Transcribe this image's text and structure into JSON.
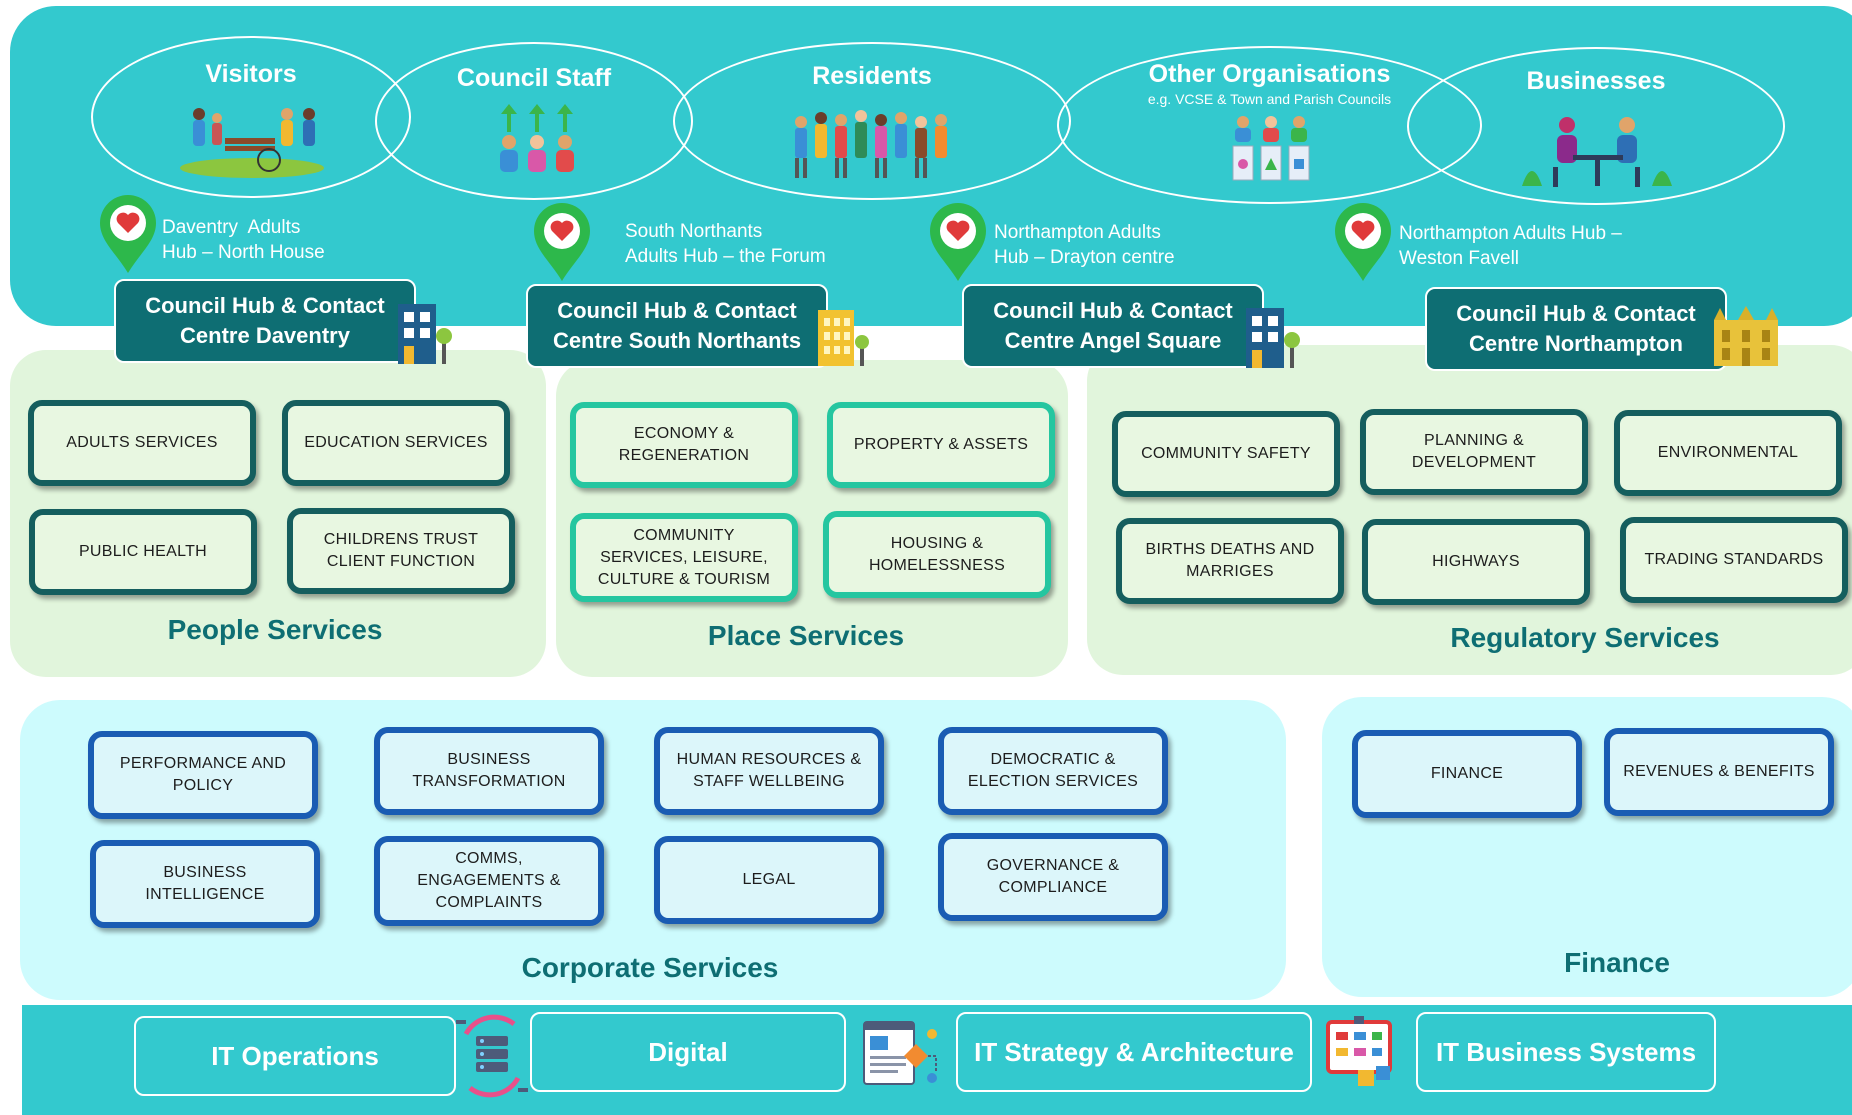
{
  "audiences": [
    {
      "name": "Visitors",
      "note": "",
      "icon": "visitors-icon"
    },
    {
      "name": "Council Staff",
      "note": "",
      "icon": "council-staff-icon"
    },
    {
      "name": "Residents",
      "note": "",
      "icon": "residents-icon"
    },
    {
      "name": "Other Organisations",
      "note": "e.g. VCSE & Town and Parish Councils",
      "icon": "organisations-icon"
    },
    {
      "name": "Businesses",
      "note": "",
      "icon": "businesses-icon"
    }
  ],
  "adult_hubs": [
    {
      "line1": "Daventry  Adults",
      "line2": "Hub – North House"
    },
    {
      "line1": "South Northants",
      "line2": "Adults Hub – the Forum"
    },
    {
      "line1": "Northampton Adults",
      "line2": "Hub – Drayton centre"
    },
    {
      "line1": "Northampton Adults Hub –",
      "line2": "Weston Favell"
    }
  ],
  "council_hubs": [
    {
      "line1": "Council Hub & Contact",
      "line2": "Centre Daventry"
    },
    {
      "line1": "Council Hub & Contact",
      "line2": "Centre South Northants"
    },
    {
      "line1": "Council Hub & Contact",
      "line2": "Centre Angel Square"
    },
    {
      "line1": "Council Hub & Contact",
      "line2": "Centre Northampton"
    }
  ],
  "people_services": {
    "title": "People Services",
    "items": [
      {
        "line1": "ADULTS SERVICES",
        "line2": ""
      },
      {
        "line1": "EDUCATION SERVICES",
        "line2": ""
      },
      {
        "line1": "PUBLIC HEALTH",
        "line2": ""
      },
      {
        "line1": "CHILDRENS TRUST",
        "line2": "CLIENT FUNCTION"
      }
    ]
  },
  "place_services": {
    "title": "Place Services",
    "items": [
      {
        "line1": "ECONOMY &",
        "line2": "REGENERATION",
        "line3": ""
      },
      {
        "line1": "PROPERTY & ASSETS",
        "line2": "",
        "line3": ""
      },
      {
        "line1": "COMMUNITY",
        "line2": "SERVICES, LEISURE,",
        "line3": "CULTURE & TOURISM"
      },
      {
        "line1": "HOUSING &",
        "line2": "HOMELESSNESS",
        "line3": ""
      }
    ]
  },
  "regulatory_services": {
    "title": "Regulatory Services",
    "items": [
      {
        "line1": "COMMUNITY SAFETY",
        "line2": ""
      },
      {
        "line1": "PLANNING &",
        "line2": "DEVELOPMENT"
      },
      {
        "line1": "ENVIRONMENTAL",
        "line2": ""
      },
      {
        "line1": "BIRTHS DEATHS AND",
        "line2": "MARRIGES"
      },
      {
        "line1": "HIGHWAYS",
        "line2": ""
      },
      {
        "line1": "TRADING STANDARDS",
        "line2": ""
      }
    ]
  },
  "corporate_services": {
    "title": "Corporate Services",
    "items": [
      {
        "line1": "PERFORMANCE AND",
        "line2": "POLICY",
        "line3": ""
      },
      {
        "line1": "BUSINESS",
        "line2": "TRANSFORMATION",
        "line3": ""
      },
      {
        "line1": "HUMAN RESOURCES &",
        "line2": "STAFF WELLBEING",
        "line3": ""
      },
      {
        "line1": "DEMOCRATIC &",
        "line2": "ELECTION SERVICES",
        "line3": ""
      },
      {
        "line1": "BUSINESS",
        "line2": "INTELLIGENCE",
        "line3": ""
      },
      {
        "line1": "COMMS,",
        "line2": "ENGAGEMENTS &",
        "line3": "COMPLAINTS"
      },
      {
        "line1": "LEGAL",
        "line2": "",
        "line3": ""
      },
      {
        "line1": "GOVERNANCE &",
        "line2": "COMPLIANCE",
        "line3": ""
      }
    ]
  },
  "finance": {
    "title": "Finance",
    "items": [
      {
        "line1": "FINANCE"
      },
      {
        "line1": "REVENUES & BENEFITS"
      }
    ]
  },
  "it_services": [
    {
      "label": "IT Operations",
      "icon": "server-icon"
    },
    {
      "label": "Digital",
      "icon": "digital-dashboard-icon"
    },
    {
      "label": "IT Strategy & Architecture",
      "icon": "strategy-board-icon"
    },
    {
      "label": "IT Business Systems",
      "icon": ""
    }
  ],
  "colors": {
    "teal_panel": "#33c9ce",
    "hub_fill": "#0e6e73",
    "group_fill": "#e1f5dc",
    "people_border": "#155e5e",
    "place_border": "#25c6a0",
    "corporate_border": "#1a5cb3",
    "corporate_fill": "#cdfbfd",
    "pin_green": "#2db84b",
    "pin_heart": "#e03a3a"
  }
}
